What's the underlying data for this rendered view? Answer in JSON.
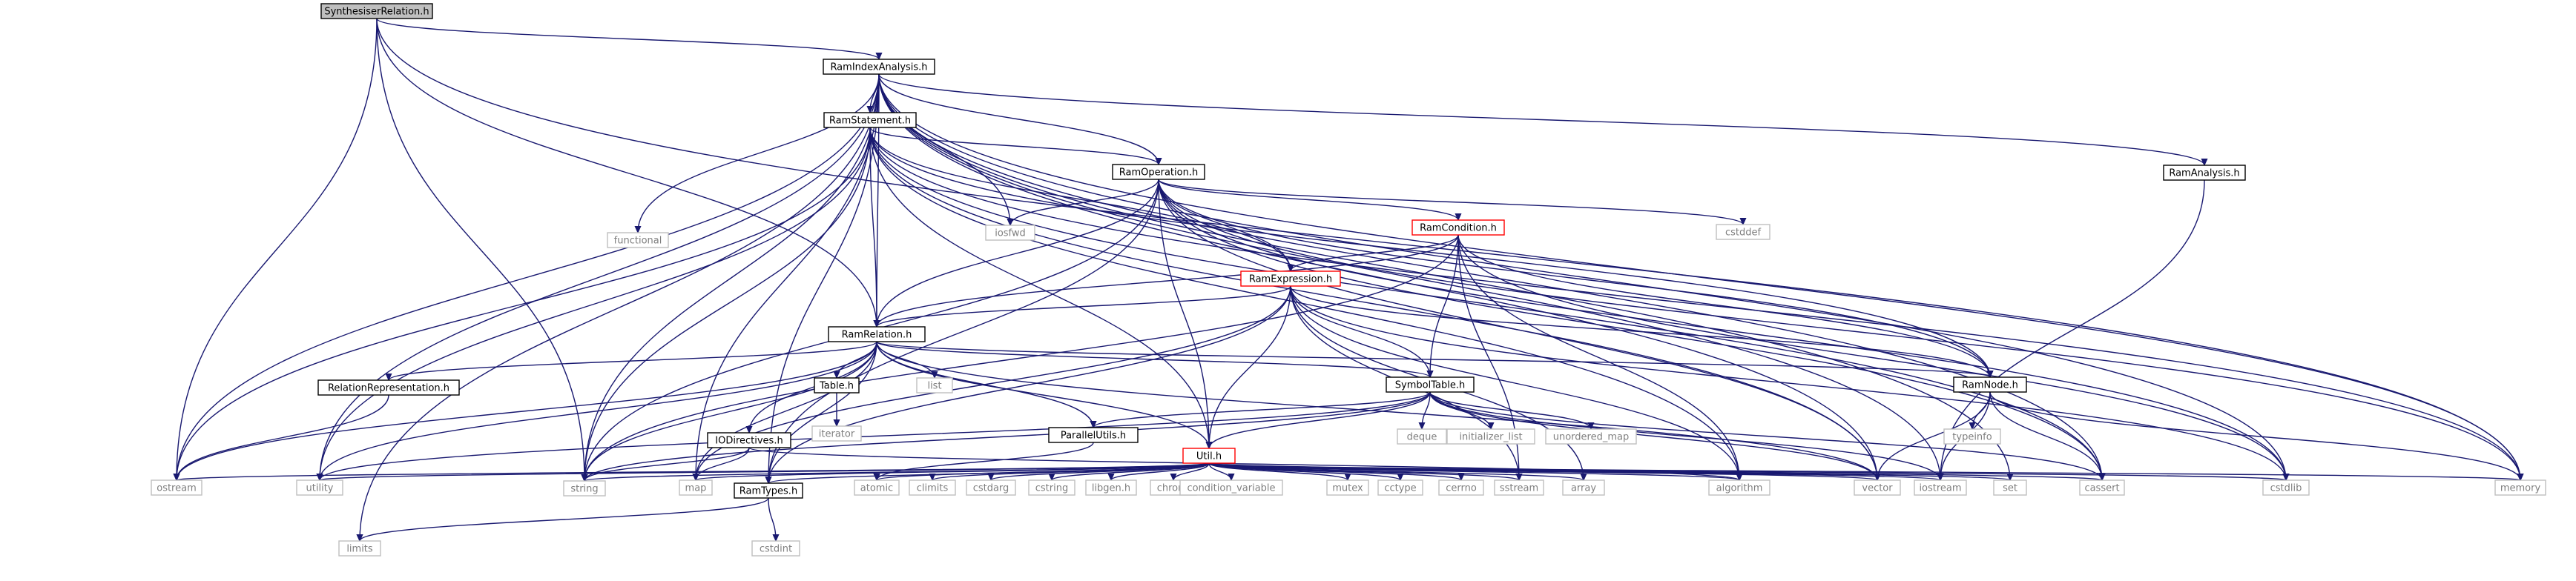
{
  "colors": {
    "edge": "#191970",
    "node_border": "#000000",
    "external_border": "#bfbfbf",
    "external_text": "#7f7f7f",
    "root_fill": "#bfbfbf",
    "red_border": "#ff0000"
  },
  "nodes": [
    {
      "id": "synth",
      "label": "SynthesiserRelation.h",
      "kind": "root"
    },
    {
      "id": "ramidx",
      "label": "RamIndexAnalysis.h",
      "kind": "file"
    },
    {
      "id": "functional",
      "label": "functional",
      "kind": "external"
    },
    {
      "id": "ramstmt",
      "label": "RamStatement.h",
      "kind": "file"
    },
    {
      "id": "ramanalysis",
      "label": "RamAnalysis.h",
      "kind": "file"
    },
    {
      "id": "ramop",
      "label": "RamOperation.h",
      "kind": "file"
    },
    {
      "id": "iosfwd",
      "label": "iosfwd",
      "kind": "external"
    },
    {
      "id": "cstddef",
      "label": "cstddef",
      "kind": "external"
    },
    {
      "id": "ramcond",
      "label": "RamCondition.h",
      "kind": "red"
    },
    {
      "id": "ramexpr",
      "label": "RamExpression.h",
      "kind": "red"
    },
    {
      "id": "ramrel",
      "label": "RamRelation.h",
      "kind": "file"
    },
    {
      "id": "relrep",
      "label": "RelationRepresentation.h",
      "kind": "file"
    },
    {
      "id": "table",
      "label": "Table.h",
      "kind": "file"
    },
    {
      "id": "list",
      "label": "list",
      "kind": "external"
    },
    {
      "id": "symtab",
      "label": "SymbolTable.h",
      "kind": "file"
    },
    {
      "id": "ramnode",
      "label": "RamNode.h",
      "kind": "file"
    },
    {
      "id": "iterator",
      "label": "iterator",
      "kind": "external"
    },
    {
      "id": "iodir",
      "label": "IODirectives.h",
      "kind": "file"
    },
    {
      "id": "parutils",
      "label": "ParallelUtils.h",
      "kind": "file"
    },
    {
      "id": "deque",
      "label": "deque",
      "kind": "external"
    },
    {
      "id": "initlist",
      "label": "initializer_list",
      "kind": "external"
    },
    {
      "id": "umap",
      "label": "unordered_map",
      "kind": "external"
    },
    {
      "id": "typeinfo",
      "label": "typeinfo",
      "kind": "external"
    },
    {
      "id": "util",
      "label": "Util.h",
      "kind": "red"
    },
    {
      "id": "ostream",
      "label": "ostream",
      "kind": "external"
    },
    {
      "id": "utility",
      "label": "utility",
      "kind": "external"
    },
    {
      "id": "string",
      "label": "string",
      "kind": "external"
    },
    {
      "id": "map",
      "label": "map",
      "kind": "external"
    },
    {
      "id": "ramtypes",
      "label": "RamTypes.h",
      "kind": "file"
    },
    {
      "id": "atomic",
      "label": "atomic",
      "kind": "external"
    },
    {
      "id": "climits",
      "label": "climits",
      "kind": "external"
    },
    {
      "id": "cstdarg",
      "label": "cstdarg",
      "kind": "external"
    },
    {
      "id": "cstring",
      "label": "cstring",
      "kind": "external"
    },
    {
      "id": "libgen",
      "label": "libgen.h",
      "kind": "external"
    },
    {
      "id": "chrono",
      "label": "chrono",
      "kind": "external"
    },
    {
      "id": "condvar",
      "label": "condition_variable",
      "kind": "external"
    },
    {
      "id": "mutex",
      "label": "mutex",
      "kind": "external"
    },
    {
      "id": "cctype",
      "label": "cctype",
      "kind": "external"
    },
    {
      "id": "cerrno",
      "label": "cerrno",
      "kind": "external"
    },
    {
      "id": "sstream",
      "label": "sstream",
      "kind": "external"
    },
    {
      "id": "array",
      "label": "array",
      "kind": "external"
    },
    {
      "id": "algorithm",
      "label": "algorithm",
      "kind": "external"
    },
    {
      "id": "vector",
      "label": "vector",
      "kind": "external"
    },
    {
      "id": "iostream",
      "label": "iostream",
      "kind": "external"
    },
    {
      "id": "set",
      "label": "set",
      "kind": "external"
    },
    {
      "id": "cassert",
      "label": "cassert",
      "kind": "external"
    },
    {
      "id": "cstdlib",
      "label": "cstdlib",
      "kind": "external"
    },
    {
      "id": "memory",
      "label": "memory",
      "kind": "external"
    },
    {
      "id": "limits",
      "label": "limits",
      "kind": "external"
    },
    {
      "id": "cstdint",
      "label": "cstdint",
      "kind": "external"
    }
  ],
  "edges": [
    [
      "synth",
      "ramidx"
    ],
    [
      "synth",
      "ramrel"
    ],
    [
      "synth",
      "string"
    ],
    [
      "synth",
      "ostream"
    ],
    [
      "synth",
      "memory"
    ],
    [
      "ramidx",
      "functional"
    ],
    [
      "ramidx",
      "ramstmt"
    ],
    [
      "ramidx",
      "ramanalysis"
    ],
    [
      "ramidx",
      "ramop"
    ],
    [
      "ramidx",
      "ramrel"
    ],
    [
      "ramidx",
      "iosfwd"
    ],
    [
      "ramidx",
      "ostream"
    ],
    [
      "ramidx",
      "utility"
    ],
    [
      "ramidx",
      "string"
    ],
    [
      "ramidx",
      "map"
    ],
    [
      "ramidx",
      "ramtypes"
    ],
    [
      "ramidx",
      "limits"
    ],
    [
      "ramidx",
      "vector"
    ],
    [
      "ramidx",
      "iostream"
    ],
    [
      "ramidx",
      "set"
    ],
    [
      "ramidx",
      "cassert"
    ],
    [
      "ramidx",
      "cstdlib"
    ],
    [
      "ramidx",
      "memory"
    ],
    [
      "ramstmt",
      "ramop"
    ],
    [
      "ramstmt",
      "ramexpr"
    ],
    [
      "ramstmt",
      "ramrel"
    ],
    [
      "ramstmt",
      "util"
    ],
    [
      "ramstmt",
      "ramnode"
    ],
    [
      "ramstmt",
      "ostream"
    ],
    [
      "ramstmt",
      "utility"
    ],
    [
      "ramstmt",
      "string"
    ],
    [
      "ramstmt",
      "algorithm"
    ],
    [
      "ramstmt",
      "vector"
    ],
    [
      "ramstmt",
      "cassert"
    ],
    [
      "ramstmt",
      "memory"
    ],
    [
      "ramanalysis",
      "iostream"
    ],
    [
      "ramop",
      "iosfwd"
    ],
    [
      "ramop",
      "cstddef"
    ],
    [
      "ramop",
      "ramcond"
    ],
    [
      "ramop",
      "ramexpr"
    ],
    [
      "ramop",
      "ramrel"
    ],
    [
      "ramop",
      "util"
    ],
    [
      "ramop",
      "ramnode"
    ],
    [
      "ramop",
      "ramtypes"
    ],
    [
      "ramop",
      "string"
    ],
    [
      "ramop",
      "vector"
    ],
    [
      "ramop",
      "cassert"
    ],
    [
      "ramop",
      "cstdlib"
    ],
    [
      "ramop",
      "memory"
    ],
    [
      "ramcond",
      "ramexpr"
    ],
    [
      "ramcond",
      "ramrel"
    ],
    [
      "ramcond",
      "symtab"
    ],
    [
      "ramcond",
      "ramnode"
    ],
    [
      "ramcond",
      "string"
    ],
    [
      "ramcond",
      "sstream"
    ],
    [
      "ramcond",
      "algorithm"
    ],
    [
      "ramcond",
      "cstdlib"
    ],
    [
      "ramexpr",
      "ramrel"
    ],
    [
      "ramexpr",
      "symtab"
    ],
    [
      "ramexpr",
      "util"
    ],
    [
      "ramexpr",
      "ramnode"
    ],
    [
      "ramexpr",
      "ramtypes"
    ],
    [
      "ramexpr",
      "map"
    ],
    [
      "ramexpr",
      "sstream"
    ],
    [
      "ramexpr",
      "array"
    ],
    [
      "ramexpr",
      "algorithm"
    ],
    [
      "ramexpr",
      "cstdlib"
    ],
    [
      "ramrel",
      "relrep"
    ],
    [
      "ramrel",
      "table"
    ],
    [
      "ramrel",
      "list"
    ],
    [
      "ramrel",
      "symtab"
    ],
    [
      "ramrel",
      "ramnode"
    ],
    [
      "ramrel",
      "iodir"
    ],
    [
      "ramrel",
      "parutils"
    ],
    [
      "ramrel",
      "util"
    ],
    [
      "ramrel",
      "utility"
    ],
    [
      "ramrel",
      "string"
    ],
    [
      "ramrel",
      "map"
    ],
    [
      "ramrel",
      "ramtypes"
    ],
    [
      "ramrel",
      "vector"
    ],
    [
      "ramrel",
      "ostream"
    ],
    [
      "relrep",
      "ostream"
    ],
    [
      "table",
      "iterator"
    ],
    [
      "iodir",
      "string"
    ],
    [
      "iodir",
      "map"
    ],
    [
      "iodir",
      "algorithm"
    ],
    [
      "parutils",
      "atomic"
    ],
    [
      "symtab",
      "parutils"
    ],
    [
      "symtab",
      "util"
    ],
    [
      "symtab",
      "deque"
    ],
    [
      "symtab",
      "initlist"
    ],
    [
      "symtab",
      "umap"
    ],
    [
      "symtab",
      "utility"
    ],
    [
      "symtab",
      "string"
    ],
    [
      "symtab",
      "iostream"
    ],
    [
      "symtab",
      "vector"
    ],
    [
      "symtab",
      "cassert"
    ],
    [
      "ramnode",
      "typeinfo"
    ],
    [
      "ramnode",
      "iostream"
    ],
    [
      "ramnode",
      "vector"
    ],
    [
      "ramnode",
      "cassert"
    ],
    [
      "ramnode",
      "memory"
    ],
    [
      "util",
      "ramtypes"
    ],
    [
      "util",
      "atomic"
    ],
    [
      "util",
      "climits"
    ],
    [
      "util",
      "cstdarg"
    ],
    [
      "util",
      "cstring"
    ],
    [
      "util",
      "libgen"
    ],
    [
      "util",
      "chrono"
    ],
    [
      "util",
      "condvar"
    ],
    [
      "util",
      "mutex"
    ],
    [
      "util",
      "cctype"
    ],
    [
      "util",
      "cerrno"
    ],
    [
      "util",
      "sstream"
    ],
    [
      "util",
      "array"
    ],
    [
      "util",
      "algorithm"
    ],
    [
      "util",
      "vector"
    ],
    [
      "util",
      "iostream"
    ],
    [
      "util",
      "set"
    ],
    [
      "util",
      "cassert"
    ],
    [
      "util",
      "cstdlib"
    ],
    [
      "util",
      "memory"
    ],
    [
      "util",
      "ostream"
    ],
    [
      "util",
      "utility"
    ],
    [
      "util",
      "string"
    ],
    [
      "util",
      "map"
    ],
    [
      "ramtypes",
      "limits"
    ],
    [
      "ramtypes",
      "cstdint"
    ]
  ]
}
